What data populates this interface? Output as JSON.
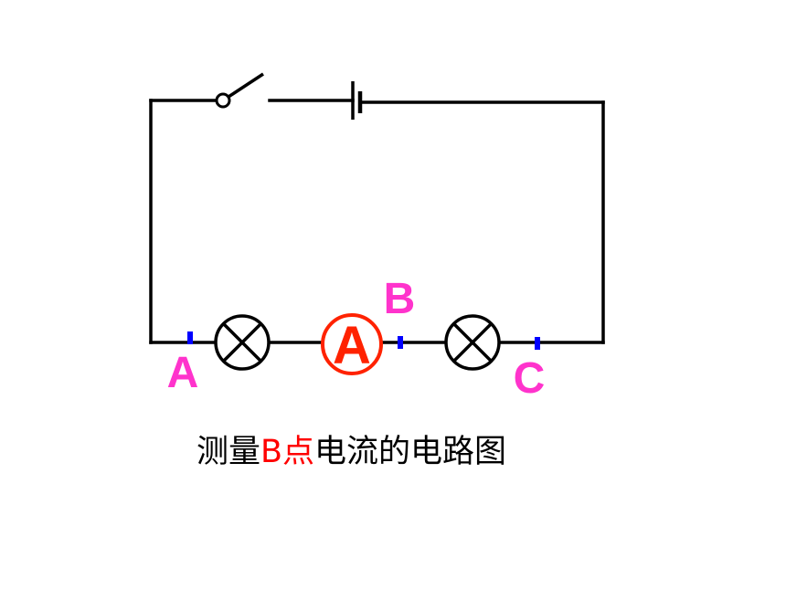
{
  "colors": {
    "wire": "#000000",
    "point_marker": "#0000ff",
    "point_label": "#ff33cc",
    "ammeter": "#ff2200",
    "caption_highlight": "#ff0000"
  },
  "icons": [
    "switch-icon",
    "battery-icon",
    "lamp-icon",
    "ammeter-icon"
  ],
  "points": {
    "a": "A",
    "b": "B",
    "c": "C"
  },
  "ammeter": {
    "symbol": "A"
  },
  "caption": {
    "prefix": "测量",
    "highlight": "B点",
    "suffix": "电流的电路图"
  }
}
